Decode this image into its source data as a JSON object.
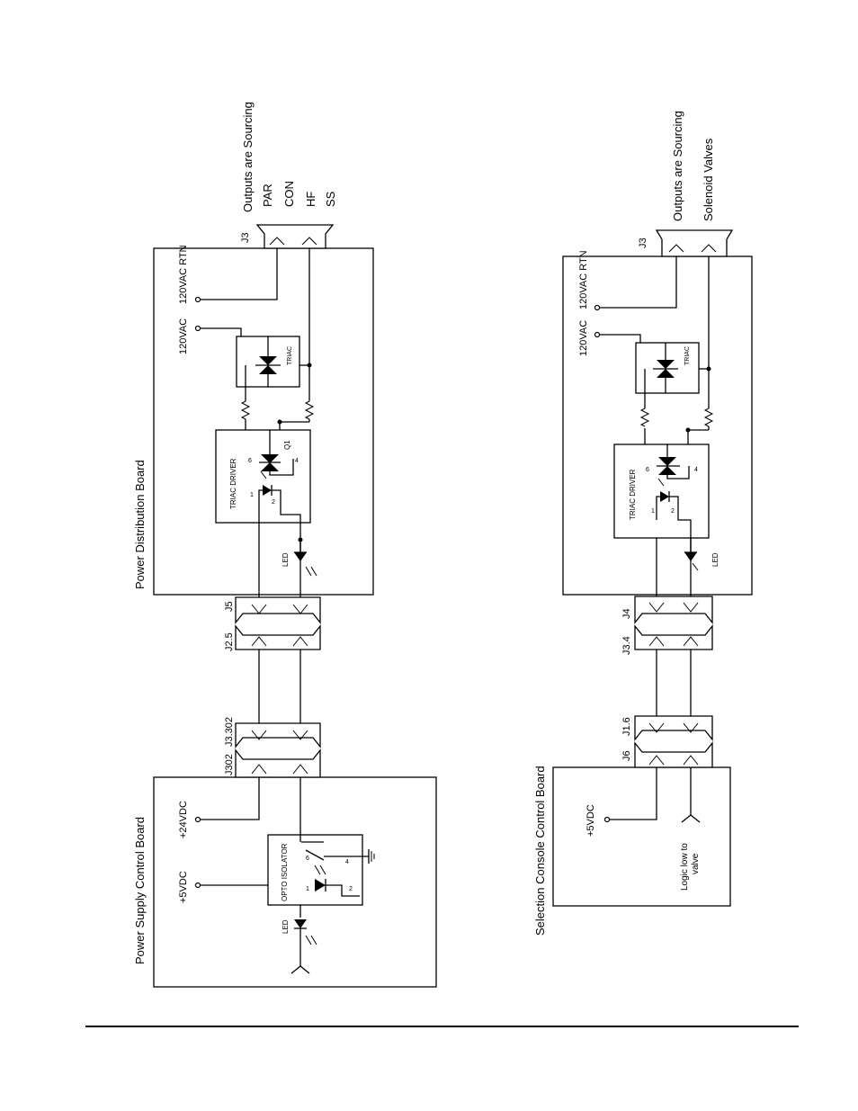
{
  "circuit_a": {
    "power_supply_board": "Power Supply Control Board",
    "power_distribution_board": "Power Distribution Board",
    "v5": "+5VDC",
    "v24": "+24VDC",
    "led": "LED",
    "opto_isolator": "OPTO ISOLATOR",
    "triac_driver": "TRIAC DRIVER",
    "triac": "TRIAC",
    "q1": "Q1",
    "v120": "120VAC",
    "v120_rtn": "120VAC RTN",
    "j302": "J302",
    "j3_302": "J3.302",
    "j2_5": "J2.5",
    "j5": "J5",
    "j3": "J3",
    "pin1": "1",
    "pin2": "2",
    "pin4": "4",
    "pin6": "6",
    "outputs_note": "Outputs are Sourcing",
    "outputs": [
      "PAR",
      "CON",
      "HF",
      "SS"
    ]
  },
  "circuit_b": {
    "selection_board": "Selection Console Control Board",
    "power_distribution_board_label": "",
    "v5": "+5VDC",
    "logic_line1": "Logic low to",
    "logic_line2": "valve",
    "j6": "J6",
    "j1_6": "J1.6",
    "j3_4": "J3.4",
    "j4": "J4",
    "j3": "J3",
    "led": "LED",
    "triac_driver": "TRIAC DRIVER",
    "triac": "TRIAC",
    "v120": "120VAC",
    "v120_rtn": "120VAC RTN",
    "pin1": "1",
    "pin2": "2",
    "pin4": "4",
    "pin6": "6",
    "outputs_note": "Outputs are Sourcing",
    "outputs_target": "Solenoid Valves"
  }
}
